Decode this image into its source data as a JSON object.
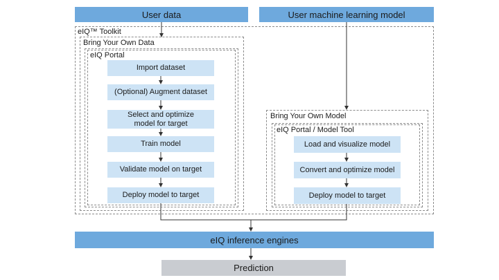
{
  "top": {
    "user_data": "User data",
    "user_model": "User machine learning model"
  },
  "toolkit": {
    "label": "eIQ™ Toolkit"
  },
  "byod": {
    "label": "Bring Your Own Data",
    "portal_label": "eIQ Portal",
    "steps": [
      "Import dataset",
      "(Optional) Augment dataset",
      "Select and optimize model for target",
      "Train model",
      "Validate model on target",
      "Deploy model to target"
    ]
  },
  "byom": {
    "label": "Bring Your Own Model",
    "tool_label": "eIQ Portal / Model Tool",
    "steps": [
      "Load and visualize model",
      "Convert and optimize model",
      "Deploy model to target"
    ]
  },
  "bottom": {
    "engines": "eIQ inference engines",
    "prediction": "Prediction"
  },
  "colors": {
    "bar_blue": "#6ea9dd",
    "step_blue": "#cde3f5",
    "prediction_gray": "#c9ccd1",
    "dashed_border": "#8a8a8a"
  }
}
